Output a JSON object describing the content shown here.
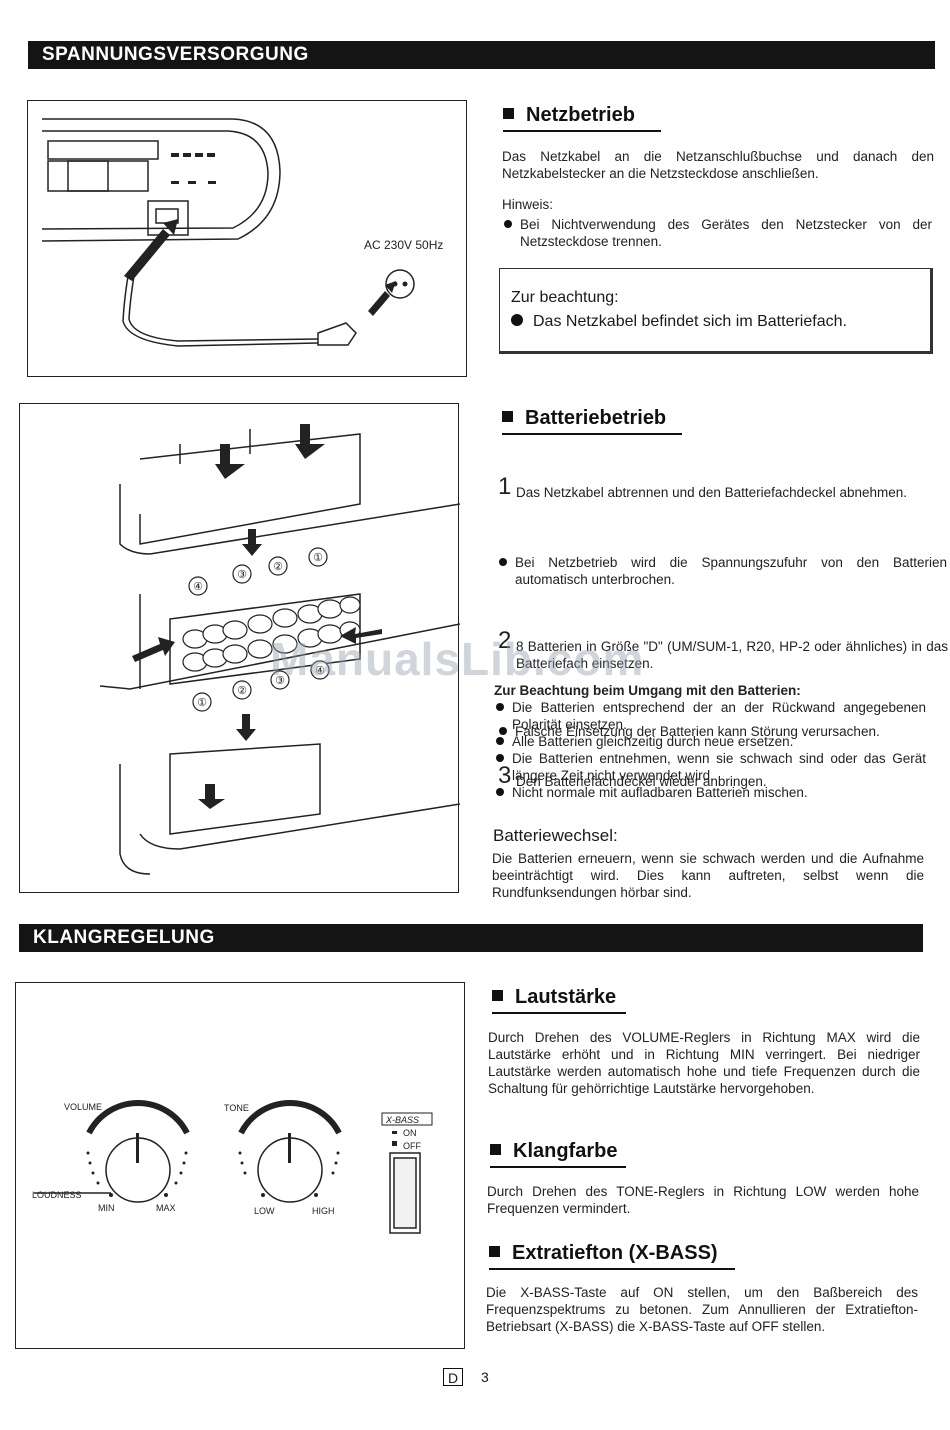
{
  "sections": {
    "power": "SPANNUNGSVERSORGUNG",
    "sound": "KLANGREGELUNG"
  },
  "mains": {
    "heading": "Netzbetrieb",
    "body": "Das Netzkabel an die Netzanschlußbuchse und danach den Netzkabelstecker an die Netzsteckdose anschließen.",
    "hint_label": "Hinweis:",
    "hint": "Bei Nichtverwendung des Gerätes den Netzstecker von der Netzsteckdose trennen.",
    "note_title": "Zur beachtung:",
    "note": "Das Netzkabel befindet sich im Batteriefach.",
    "figure_label": "AC 230V 50Hz"
  },
  "battery": {
    "heading": "Batteriebetrieb",
    "step1_num": "1",
    "step1": "Das Netzkabel abtrennen und den Batteriefachdeckel abnehmen.",
    "bullet1": "Bei Netzbetrieb wird die Spannungszufuhr von den Batterien automatisch unterbrochen.",
    "step2_num": "2",
    "step2": "8 Batterien in Größe \"D\" (UM/SUM-1, R20, HP-2 oder ähnliches) in das Batteriefach einsetzen.",
    "bullet2": "Falsche Einsetzung der Batterien kann Störung verursachen.",
    "step3_num": "3",
    "step3": "Den Batteriefachdeckel wieder anbringen.",
    "care_title": "Zur Beachtung beim Umgang mit den Batterien:",
    "care": [
      "Die Batterien entsprechend der an der Rückwand angegebenen Polarität einsetzen.",
      "Alle Batterien gleichzeitig durch neue ersetzen.",
      "Die Batterien entnehmen, wenn sie schwach sind oder das Gerät längere Zeit nicht verwendet wird.",
      "Nicht normale mit aufladbaren Batterien mischen."
    ],
    "change_title": "Batteriewechsel:",
    "change_body": "Die Batterien erneuern, wenn sie schwach werden und die Aufnahme beeinträchtigt wird. Dies kann auftreten, selbst wenn die Rundfunksendungen hörbar sind.",
    "markers_top": [
      "④",
      "③",
      "②",
      "①"
    ],
    "markers_bottom": [
      "①",
      "②",
      "③",
      "④"
    ]
  },
  "volume": {
    "heading": "Lautstärke",
    "body": "Durch Drehen des VOLUME-Reglers in Richtung MAX wird die Lautstärke erhöht und in Richtung MIN verringert. Bei niedriger Lautstärke werden automatisch hohe und tiefe Frequenzen durch die Schaltung für gehörrichtige Lautstärke hervorgehoben."
  },
  "tone": {
    "heading": "Klangfarbe",
    "body": "Durch Drehen des TONE-Reglers in Richtung LOW werden hohe Frequenzen vermindert."
  },
  "xbass": {
    "heading": "Extratiefton (X-BASS)",
    "body": "Die X-BASS-Taste auf ON stellen, um den Baßbereich des Frequenzspektrums zu betonen. Zum Annullieren der Extratiefton-Betriebsart (X-BASS) die X-BASS-Taste auf OFF stellen."
  },
  "controls_figure": {
    "volume_label": "VOLUME",
    "loudness_label": "LOUDNESS",
    "min_label": "MIN",
    "max_label": "MAX",
    "tone_label": "TONE",
    "low_label": "LOW",
    "high_label": "HIGH",
    "xbass_label": "X-BASS",
    "on_label": "ON",
    "off_label": "OFF"
  },
  "watermark": "ManualsLib.com",
  "footer": {
    "lang": "D",
    "page": "3"
  }
}
